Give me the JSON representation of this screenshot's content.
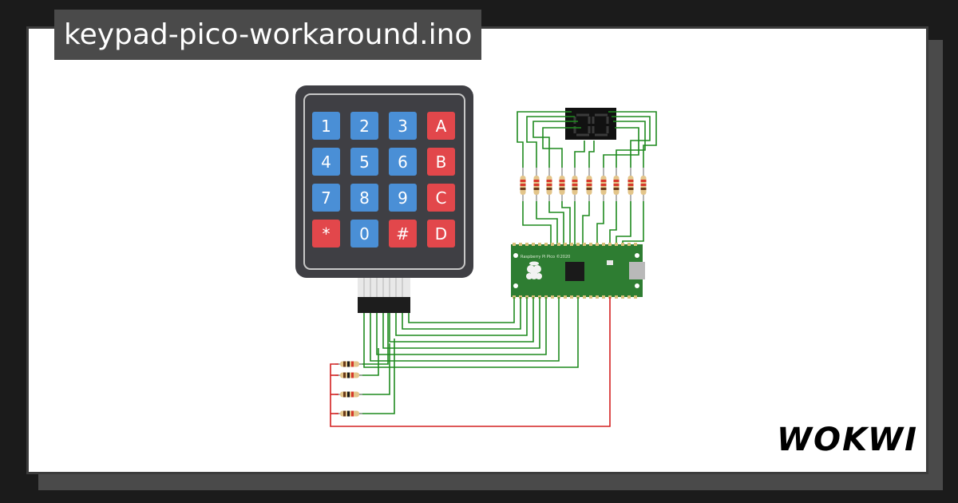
{
  "title": "keypad-pico-workaround.ino",
  "brand": "WOKWI",
  "keypad": {
    "rows": [
      [
        {
          "label": "1",
          "color": "#4a8fd6"
        },
        {
          "label": "2",
          "color": "#4a8fd6"
        },
        {
          "label": "3",
          "color": "#4a8fd6"
        },
        {
          "label": "A",
          "color": "#e2474b"
        }
      ],
      [
        {
          "label": "4",
          "color": "#4a8fd6"
        },
        {
          "label": "5",
          "color": "#4a8fd6"
        },
        {
          "label": "6",
          "color": "#4a8fd6"
        },
        {
          "label": "B",
          "color": "#e2474b"
        }
      ],
      [
        {
          "label": "7",
          "color": "#4a8fd6"
        },
        {
          "label": "8",
          "color": "#4a8fd6"
        },
        {
          "label": "9",
          "color": "#4a8fd6"
        },
        {
          "label": "C",
          "color": "#e2474b"
        }
      ],
      [
        {
          "label": "*",
          "color": "#e2474b"
        },
        {
          "label": "0",
          "color": "#4a8fd6"
        },
        {
          "label": "#",
          "color": "#e2474b"
        },
        {
          "label": "D",
          "color": "#e2474b"
        }
      ]
    ]
  },
  "pico": {
    "label": "Raspberry Pi Pico ©2020"
  },
  "colors": {
    "wire": "#1f8a1f",
    "power_wire": "#d42020",
    "keypad_body": "#3f3f44",
    "pico_board": "#2e7d32",
    "display_body": "#111111"
  },
  "icons": {
    "raspberry": "raspberry-logo-icon",
    "usb": "usb-connector-icon"
  }
}
